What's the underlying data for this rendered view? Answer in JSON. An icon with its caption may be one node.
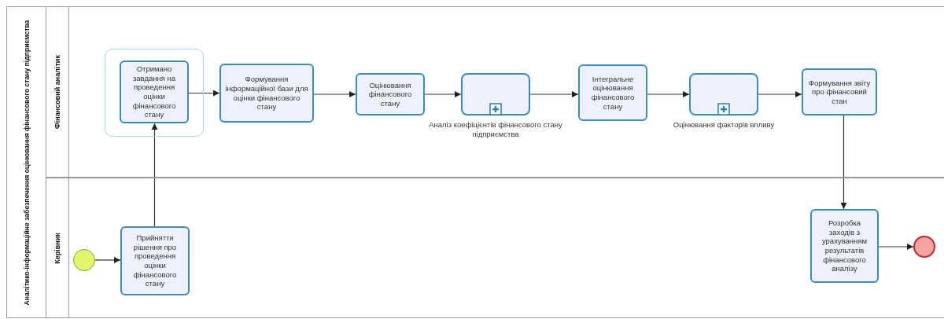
{
  "diagram": {
    "nodes": [
      {
        "text": [
          "Аналітико-інформаційне забезпечення оцінювання фінансового стану підприємства"
        ]
      },
      {
        "text": [
          "Фінансовий аналітик"
        ],
        "in": 0
      },
      {
        "text": [
          "Керівник"
        ],
        "in": 0
      },
      {
        "text": [],
        "shape": "box",
        "in": 1
      },
      {
        "text": [
          "Отримано завдання на проведення оцінки фінансового стану"
        ],
        "in": 3
      },
      {
        "text": [
          "Формування інформаційної бази для оцінки фінансового стану"
        ],
        "in": 1
      },
      {
        "text": [
          "Оцінювання фінансового стану"
        ],
        "in": 1
      },
      {
        "text": [],
        "shape": "box",
        "beside": [
          "Аналіз коефіцієнтів фінансового стану підприємства"
        ],
        "in": 1
      },
      {
        "text": [
          "Інтегральне оцінювання фінансового стану"
        ],
        "in": 1
      },
      {
        "text": [],
        "shape": "box",
        "beside": [
          "Оцінювання факторів впливу"
        ],
        "in": 1
      },
      {
        "text": [
          "Формування звіту про фінансовий стан"
        ],
        "in": 1
      },
      {
        "text": [],
        "shape": "circle",
        "in": 2
      },
      {
        "text": [
          "Прийняття рішення про проведення оцінки фінансового стану"
        ],
        "in": 2
      },
      {
        "text": [
          "Розробка заходів з урахуванням результатів фінансового аналізу"
        ],
        "in": 2
      },
      {
        "text": [],
        "shape": "circle",
        "in": 2
      }
    ],
    "edges": [
      {
        "from": 11,
        "to": 12,
        "arrow": "to"
      },
      {
        "from": 12,
        "to": 4,
        "arrow": "to"
      },
      {
        "from": 4,
        "to": 5,
        "arrow": "to"
      },
      {
        "from": 5,
        "to": 6,
        "arrow": "to"
      },
      {
        "from": 6,
        "to": 7,
        "arrow": "to"
      },
      {
        "from": 7,
        "to": 8,
        "arrow": "to"
      },
      {
        "from": 8,
        "to": 9,
        "arrow": "to"
      },
      {
        "from": 9,
        "to": 10,
        "arrow": "to"
      },
      {
        "from": 10,
        "to": 13,
        "arrow": "to"
      },
      {
        "from": 13,
        "to": 14,
        "arrow": "to"
      }
    ]
  }
}
